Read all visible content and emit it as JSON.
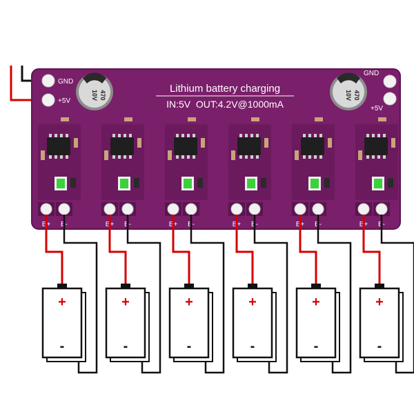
{
  "board": {
    "title": "Lithium battery charging",
    "spec": "IN:5V  OUT:4.2V@1000mA",
    "color": "#7a1f6a",
    "edge_color": "#5e1553",
    "input_left": {
      "gnd_label": "GND",
      "vcc_label": "+5V"
    },
    "input_right": {
      "gnd_label": "GND",
      "vcc_label": "+5V"
    },
    "capacitor_left": {
      "value": "470",
      "voltage": "10V"
    },
    "capacitor_right": {
      "value": "470",
      "voltage": "10V"
    },
    "led_color": "#3bd13b"
  },
  "wires": {
    "positive_color": "#d40000",
    "negative_color": "#111111"
  },
  "channels": [
    {
      "pos_label": "B+",
      "neg_label": "B-"
    },
    {
      "pos_label": "B+",
      "neg_label": "B-"
    },
    {
      "pos_label": "B+",
      "neg_label": "B-"
    },
    {
      "pos_label": "B+",
      "neg_label": "B-"
    },
    {
      "pos_label": "B+",
      "neg_label": "B-"
    },
    {
      "pos_label": "B+",
      "neg_label": "B-"
    }
  ],
  "battery": {
    "plus_symbol": "+",
    "minus_symbol": "-"
  }
}
